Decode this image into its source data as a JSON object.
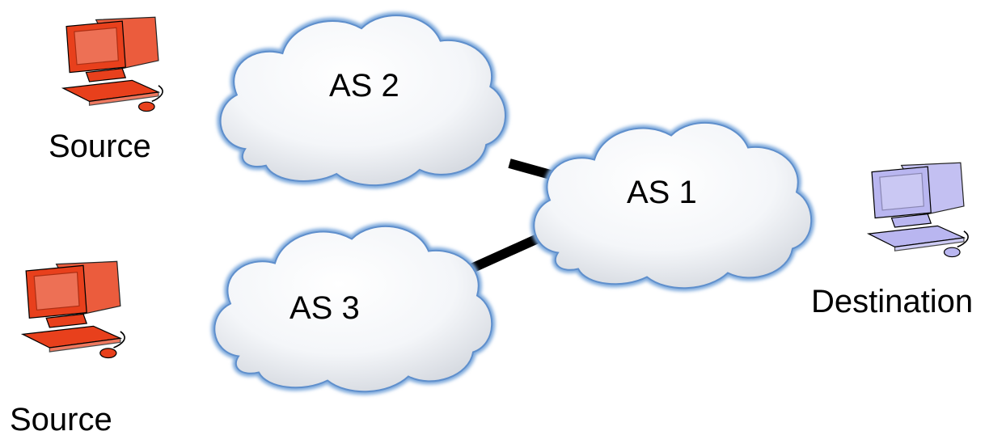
{
  "clouds": [
    {
      "id": "as2",
      "label": "AS 2"
    },
    {
      "id": "as1",
      "label": "AS 1"
    },
    {
      "id": "as3",
      "label": "AS 3"
    }
  ],
  "hosts": [
    {
      "id": "source-top",
      "label": "Source",
      "color": "#e8401c"
    },
    {
      "id": "source-bottom",
      "label": "Source",
      "color": "#e8401c"
    },
    {
      "id": "destination",
      "label": "Destination",
      "color": "#b9b6f0"
    }
  ],
  "links": [
    {
      "from": "as2",
      "to": "as1"
    },
    {
      "from": "as3",
      "to": "as1"
    }
  ],
  "colors": {
    "cloud_fill": "#ffffff",
    "cloud_edge": "#6f9fd6",
    "link": "#000000"
  }
}
